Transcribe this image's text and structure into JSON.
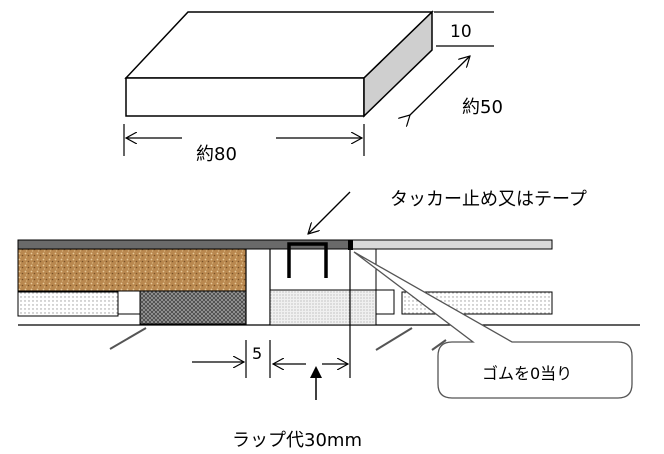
{
  "labels": {
    "thickness": "10",
    "width": "約50",
    "length": "約80",
    "fastening": "タッカー止め又はテープ",
    "gap": "5",
    "rubber_contact": "ゴムを0当り",
    "lap_allowance": "ラップ代30mm"
  },
  "colors": {
    "line": "#000000",
    "block_side": "#cfcfcf",
    "board_dark": "#6a6a6a",
    "board_light": "#d8d8d8",
    "cork": "#b5834f",
    "mesh": "#8c8c8c",
    "dots": "#bfbfbf",
    "callout_border": "#555555"
  }
}
